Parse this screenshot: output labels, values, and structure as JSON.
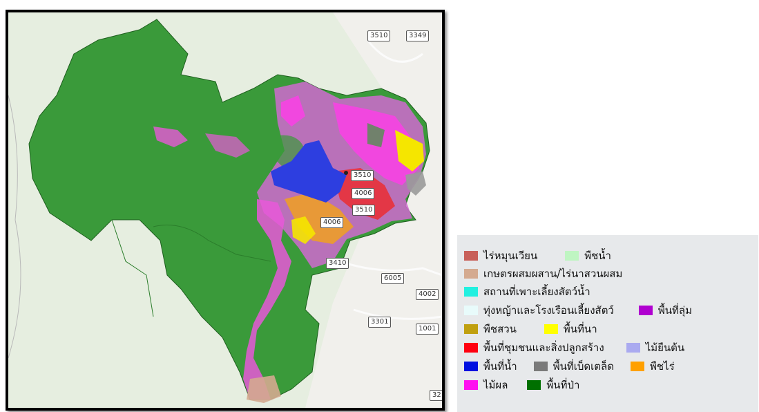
{
  "map": {
    "route_labels": [
      "3510",
      "3349",
      "6005",
      "4002",
      "3301",
      "1001",
      "32"
    ],
    "inner_labels": [
      "3510",
      "4006",
      "3510",
      "4006",
      "3410"
    ],
    "colors": {
      "forest": "#3a9a3a",
      "background": "#e9efe5",
      "water": "#2d3ee0",
      "agri_pink": "#f04ee8",
      "agri_orange": "#f0a020",
      "urban_red": "#e8313a",
      "field_yellow": "#f5e600"
    }
  },
  "legend": {
    "rows": [
      [
        {
          "label": "ไร่หมุนเวียน",
          "color": "#c8605a"
        },
        {
          "label": "พืชน้ำ",
          "color": "#bff5c2"
        }
      ],
      [
        {
          "label": "เกษตรผสมผสาน/ไร่นาสวนผสม",
          "color": "#d4aa90"
        }
      ],
      [
        {
          "label": "สถานที่เพาะเลี้ยงสัตว์น้ำ",
          "color": "#22f0e0"
        }
      ],
      [
        {
          "label": "ทุ่งหญ้าและโรงเรือนเลี้ยงสัตว์",
          "color": "#e8fbfb"
        },
        {
          "label": "พื้นที่ลุ่ม",
          "color": "#b000d0"
        }
      ],
      [
        {
          "label": "พืชสวน",
          "color": "#c0a010"
        },
        {
          "label": "พื้นที่นา",
          "color": "#ffff00"
        }
      ],
      [
        {
          "label": "พื้นที่ชุมชนและสิ่งปลูกสร้าง",
          "color": "#ff0010"
        },
        {
          "label": "ไม้ยืนต้น",
          "color": "#aaaaf0"
        }
      ],
      [
        {
          "label": "พื้นที่น้ำ",
          "color": "#0010e0"
        },
        {
          "label": "พื้นที่เบ็ดเตล็ด",
          "color": "#7a7a7a"
        },
        {
          "label": "พืชไร่",
          "color": "#ffa000"
        }
      ],
      [
        {
          "label": "ไม้ผล",
          "color": "#ff10f0"
        },
        {
          "label": "พื้นที่ป่า",
          "color": "#007000"
        }
      ]
    ]
  }
}
